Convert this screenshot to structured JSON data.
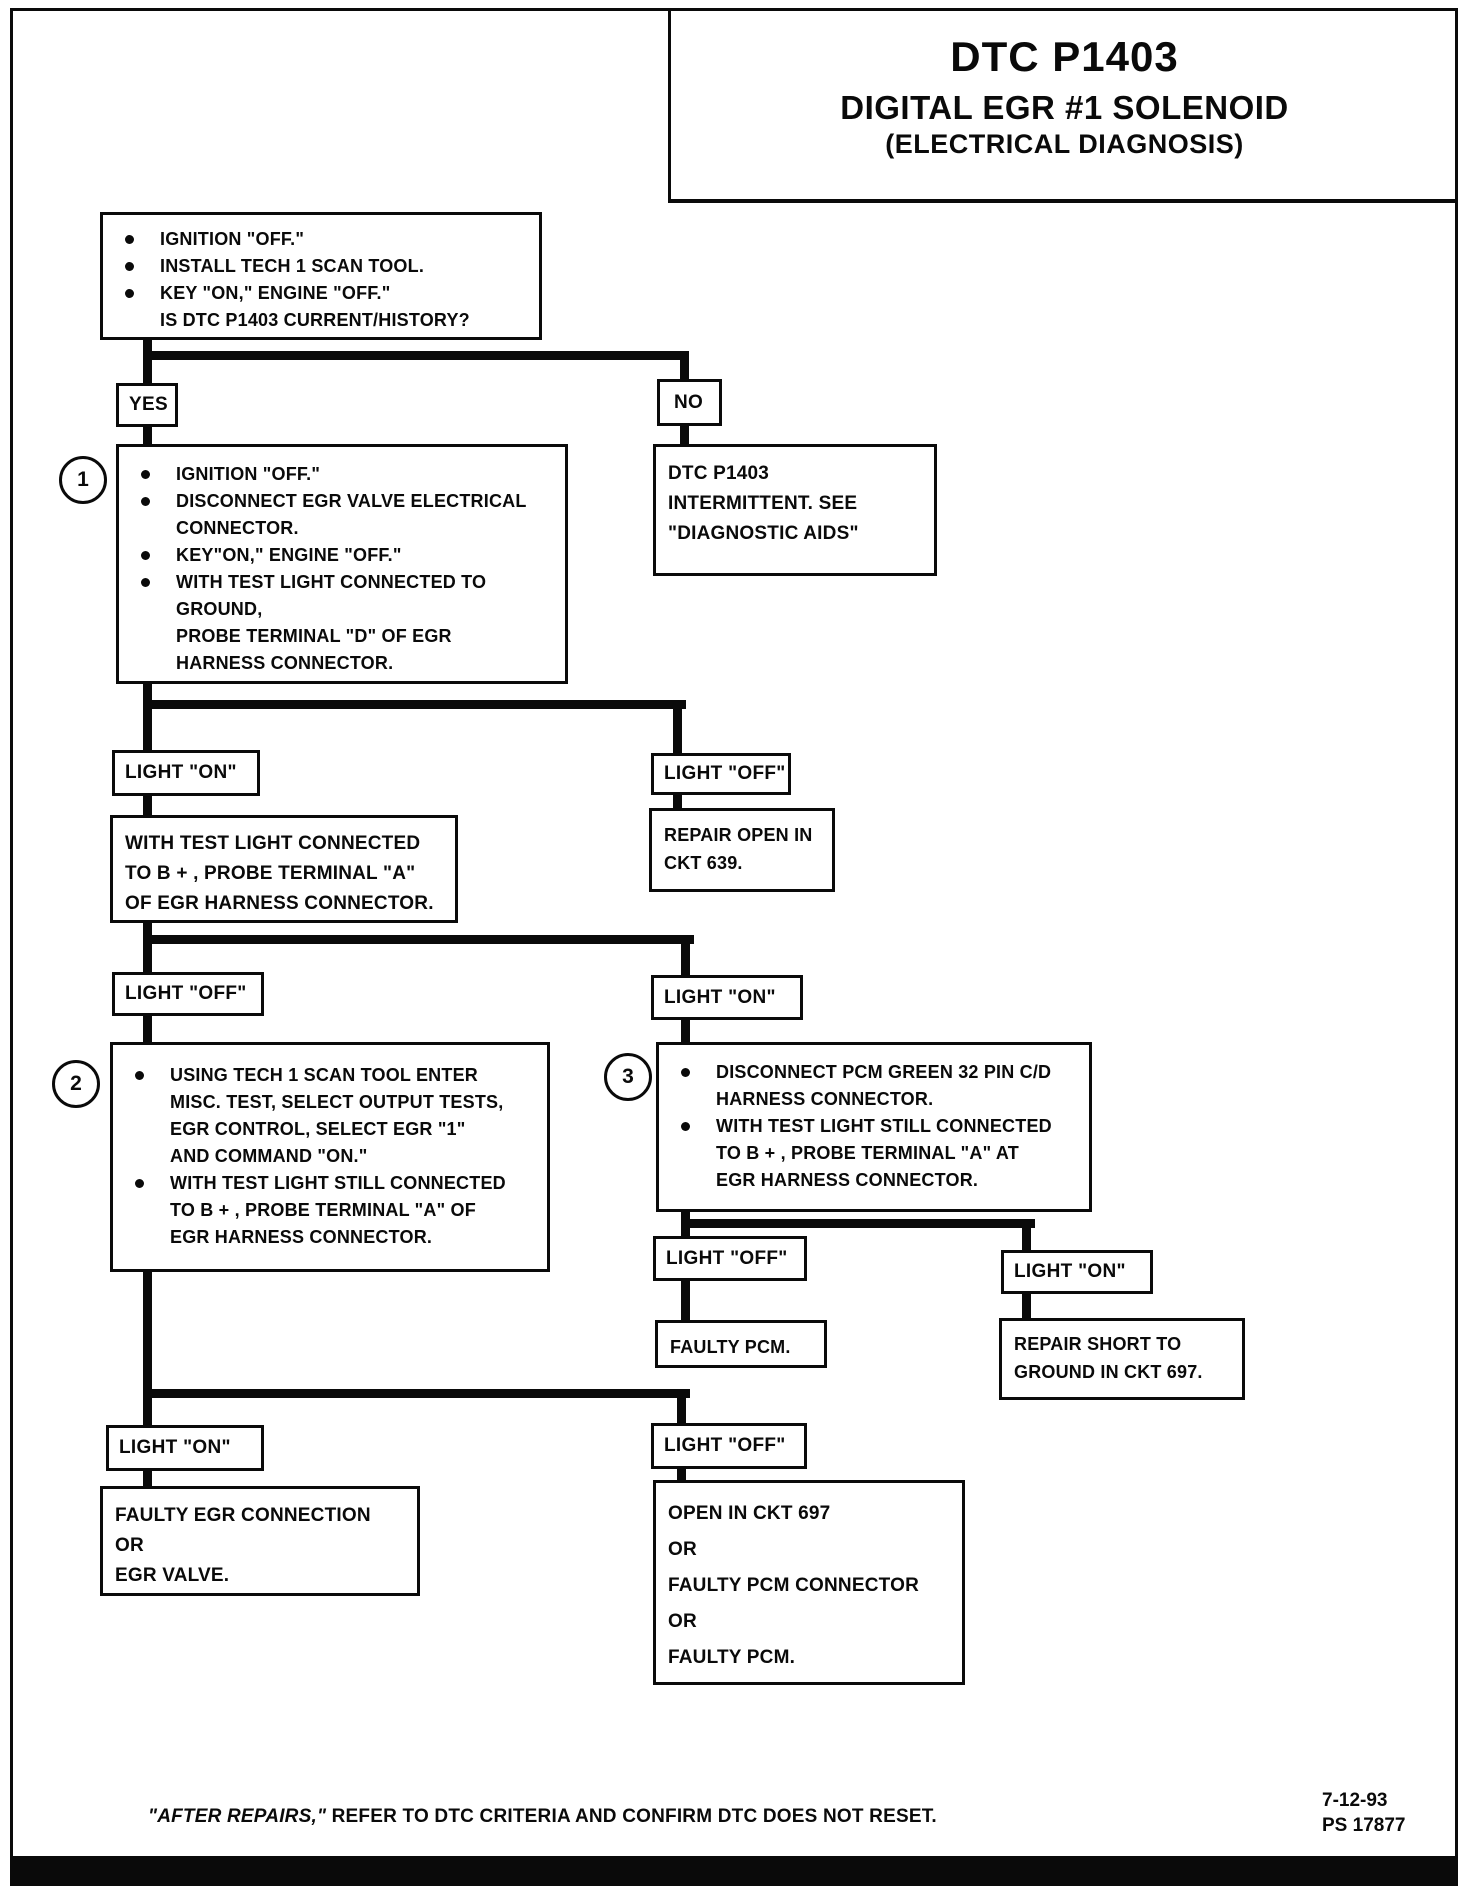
{
  "title": {
    "code": "DTC P1403",
    "name": "DIGITAL EGR #1 SOLENOID",
    "sub": "(ELECTRICAL DIAGNOSIS)"
  },
  "start": {
    "bullets": [
      "IGNITION \"OFF.\"",
      "INSTALL TECH 1 SCAN TOOL.",
      "KEY \"ON,\" ENGINE \"OFF.\""
    ],
    "question": "IS DTC P1403 CURRENT/HISTORY?"
  },
  "branch1": {
    "yes": "YES",
    "no": "NO"
  },
  "step1": {
    "number": "1",
    "bullets": [
      "IGNITION \"OFF.\"",
      "DISCONNECT EGR VALVE ELECTRICAL\nCONNECTOR.",
      "KEY\"ON,\" ENGINE \"OFF.\"",
      "WITH TEST LIGHT CONNECTED TO\nGROUND,\nPROBE TERMINAL \"D\" OF EGR\nHARNESS CONNECTOR."
    ]
  },
  "intermittent": {
    "text": "DTC P1403\nINTERMITTENT. SEE\n\"DIAGNOSTIC AIDS\""
  },
  "branch2": {
    "light_on": "LIGHT \"ON\"",
    "light_off": "LIGHT \"OFF\""
  },
  "probe_a": {
    "text": "WITH TEST LIGHT CONNECTED\nTO B + , PROBE TERMINAL \"A\"\nOF EGR HARNESS CONNECTOR."
  },
  "repair_639": {
    "text": "REPAIR OPEN IN\nCKT 639."
  },
  "branch3": {
    "light_off": "LIGHT \"OFF\"",
    "light_on": "LIGHT \"ON\""
  },
  "step2": {
    "number": "2",
    "bullets": [
      "USING TECH 1 SCAN TOOL ENTER\nMISC. TEST, SELECT OUTPUT TESTS,\nEGR CONTROL, SELECT EGR \"1\"\nAND COMMAND \"ON.\"",
      "WITH TEST LIGHT STILL CONNECTED\nTO B + , PROBE TERMINAL \"A\" OF\nEGR HARNESS CONNECTOR."
    ]
  },
  "step3": {
    "number": "3",
    "bullets": [
      "DISCONNECT PCM GREEN 32 PIN C/D\nHARNESS CONNECTOR.",
      "WITH TEST LIGHT STILL CONNECTED\nTO B + , PROBE TERMINAL \"A\" AT\nEGR HARNESS CONNECTOR."
    ]
  },
  "branch4": {
    "light_off": "LIGHT \"OFF\"",
    "light_on": "LIGHT \"ON\""
  },
  "faulty_pcm": {
    "text": "FAULTY PCM."
  },
  "repair_697": {
    "text": "REPAIR SHORT TO\nGROUND IN CKT 697."
  },
  "branch5": {
    "light_on": "LIGHT \"ON\"",
    "light_off": "LIGHT \"OFF\""
  },
  "faulty_egr": {
    "text": "FAULTY EGR CONNECTION\nOR\nEGR VALVE."
  },
  "open_697": {
    "text": "OPEN IN CKT 697\nOR\nFAULTY PCM CONNECTOR\nOR\nFAULTY PCM."
  },
  "footer": {
    "note_italic": "\"AFTER REPAIRS,\"",
    "note_rest": " REFER TO DTC CRITERIA AND CONFIRM DTC DOES NOT RESET.",
    "date": "7-12-93",
    "ref": "PS 17877"
  },
  "colors": {
    "ink": "#0a0a0a",
    "paper": "#ffffff"
  }
}
